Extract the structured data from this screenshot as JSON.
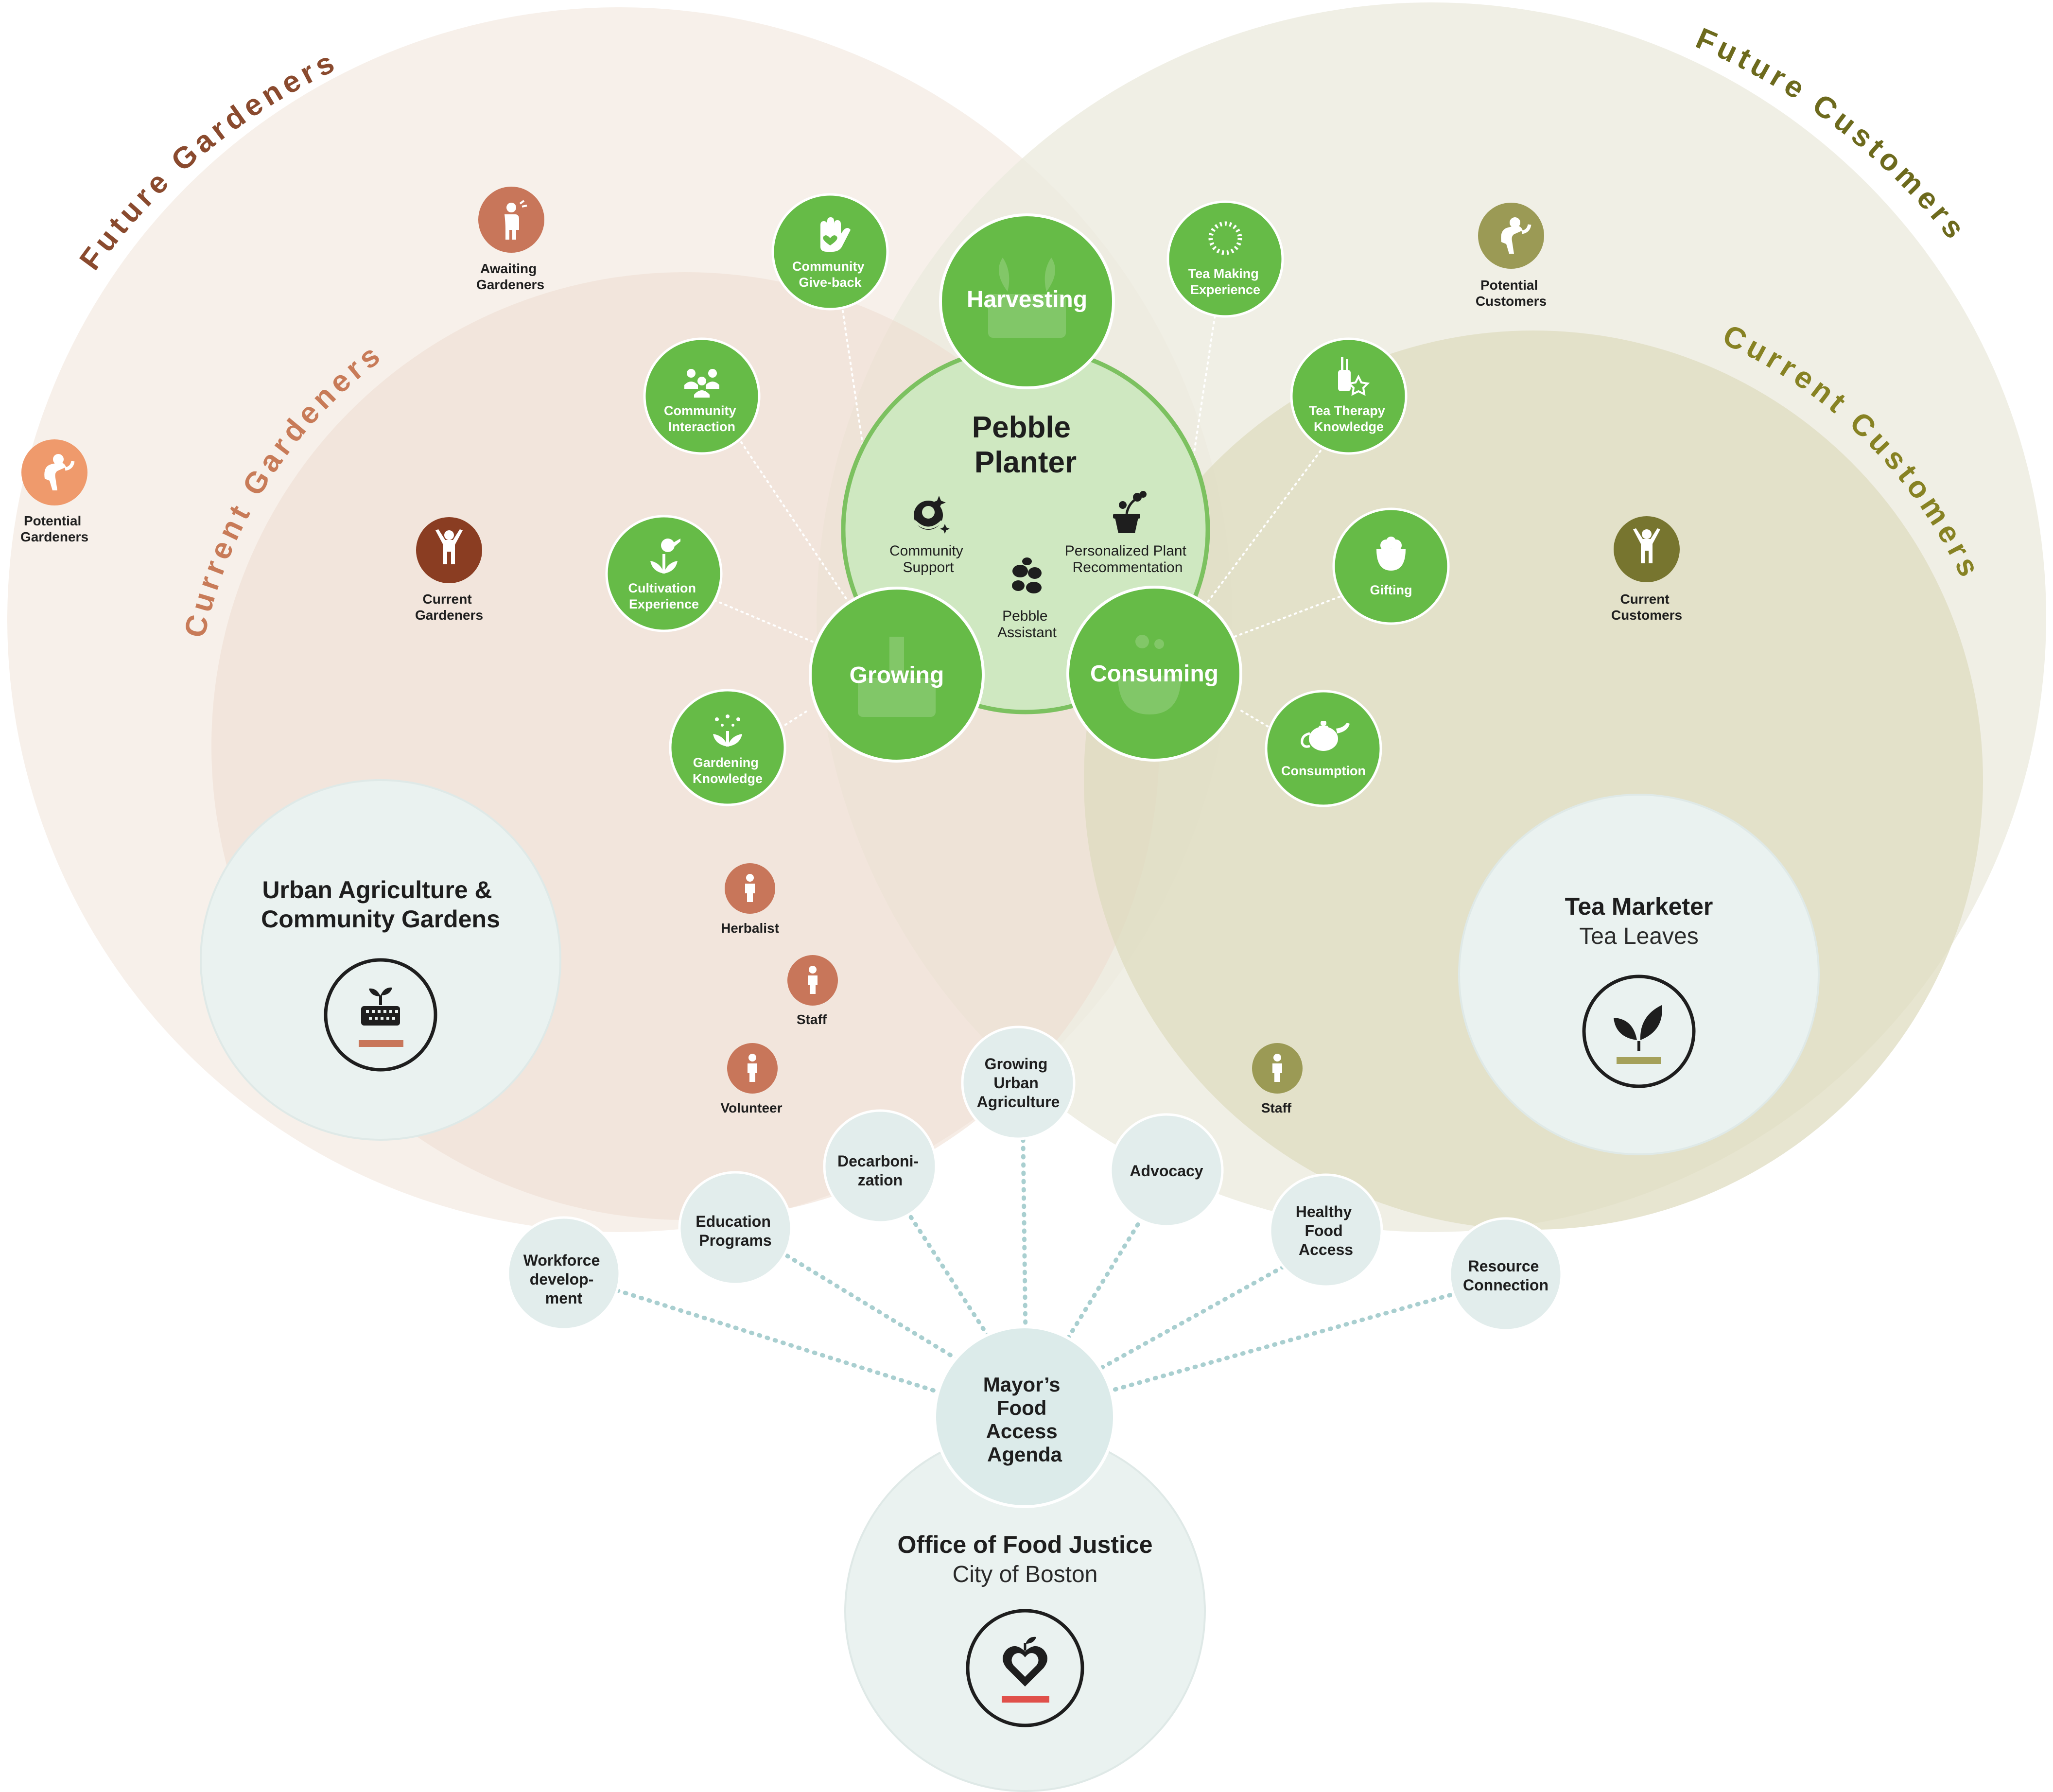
{
  "colors": {
    "future_gardeners_bg": "#f7f0ea",
    "current_gardeners_bg": "#f3e3da",
    "future_customers_bg": "#f1f0e4",
    "current_customers_bg": "#e3e1c8",
    "overlap_tint": "#e6dac8",
    "core_fill": "#cfe8c1",
    "core_stroke": "#7cc160",
    "green": "#66bb47",
    "green_dark": "#5aaa3e",
    "pale_node": "#e2edec",
    "pale_node_big": "#eaf2f0",
    "dotted_line": "#a9cfd0",
    "label_future_gardeners": "#8a4a2e",
    "label_current_gardeners": "#c87b58",
    "label_future_customers": "#6d6a1d",
    "label_current_customers": "#878223",
    "gardener_orange": "#ef9a6c",
    "gardener_brown": "#c8765a",
    "gardener_dark": "#8a3d22",
    "customer_olive": "#9b9a55",
    "customer_olive_dark": "#77752f",
    "accent_bar_brown": "#c8765a",
    "accent_bar_olive": "#a5a15a",
    "accent_bar_red": "#e0504a",
    "text_dark": "#1e1e1e"
  },
  "rings": {
    "future_gardeners": "Future Gardeners",
    "current_gardeners": "Current Gardeners",
    "future_customers": "Future Customers",
    "current_customers": "Current Customers"
  },
  "core": {
    "title_line1": "Pebble",
    "title_line2": "Planter",
    "features": [
      {
        "line1": "Community",
        "line2": "Support",
        "icon": "care-hands-icon"
      },
      {
        "line1": "Personalized Plant",
        "line2": "Recommentation",
        "icon": "plant-pot-icon"
      },
      {
        "line1": "Pebble",
        "line2": "Assistant",
        "icon": "pebbles-icon"
      }
    ]
  },
  "stages": {
    "harvesting": "Harvesting",
    "growing": "Growing",
    "consuming": "Consuming"
  },
  "green_nodes": [
    {
      "id": "community-give-back",
      "line1": "Community",
      "line2": "Give-back",
      "icon": "hand-heart-icon"
    },
    {
      "id": "community-interaction",
      "line1": "Community",
      "line2": "Interaction",
      "icon": "people-icon"
    },
    {
      "id": "cultivation-experience",
      "line1": "Cultivation",
      "line2": "Experience",
      "icon": "watering-can-icon"
    },
    {
      "id": "gardening-knowledge",
      "line1": "Gardening",
      "line2": "Knowledge",
      "icon": "sprout-rain-icon"
    },
    {
      "id": "tea-making-experience",
      "line1": "Tea Making",
      "line2": "Experience",
      "icon": "tea-ring-icon"
    },
    {
      "id": "tea-therapy-knowledge",
      "line1": "Tea Therapy",
      "line2": "Knowledge",
      "icon": "tea-bottle-icon"
    },
    {
      "id": "gifting",
      "line1": "Gifting",
      "line2": "",
      "icon": "gift-flower-icon"
    },
    {
      "id": "consumption",
      "line1": "Consumption",
      "line2": "",
      "icon": "teapot-icon"
    }
  ],
  "people": [
    {
      "id": "awaiting-gardeners",
      "line1": "Awaiting",
      "line2": "Gardeners"
    },
    {
      "id": "potential-gardeners",
      "line1": "Potential",
      "line2": "Gardeners"
    },
    {
      "id": "current-gardeners",
      "line1": "Current",
      "line2": "Gardeners"
    },
    {
      "id": "potential-customers",
      "line1": "Potential",
      "line2": "Customers"
    },
    {
      "id": "current-customers",
      "line1": "Current",
      "line2": "Customers"
    },
    {
      "id": "herbalist",
      "line1": "Herbalist",
      "line2": ""
    },
    {
      "id": "staff-gardens",
      "line1": "Staff",
      "line2": ""
    },
    {
      "id": "volunteer",
      "line1": "Volunteer",
      "line2": ""
    },
    {
      "id": "staff-tea",
      "line1": "Staff",
      "line2": ""
    }
  ],
  "orgs": {
    "urban_ag": {
      "line1": "Urban Agriculture &",
      "line2": "Community Gardens",
      "icon": "planter-box-icon"
    },
    "tea_marketer": {
      "title": "Tea Marketer",
      "subtitle": "Tea Leaves",
      "icon": "tea-leaves-icon"
    },
    "food_justice": {
      "title": "Office of Food Justice",
      "subtitle": "City of Boston",
      "icon": "apple-heart-icon"
    }
  },
  "agenda": {
    "line1": "Mayor’s",
    "line2": "Food",
    "line3": "Access",
    "line4": "Agenda",
    "pillars": [
      {
        "id": "workforce",
        "lines": [
          "Workforce",
          "develop-",
          "ment"
        ]
      },
      {
        "id": "education",
        "lines": [
          "Education",
          "Programs"
        ]
      },
      {
        "id": "decarbonization",
        "lines": [
          "Decarboni-",
          "zation"
        ]
      },
      {
        "id": "growing-urban-agriculture",
        "lines": [
          "Growing",
          "Urban",
          "Agriculture"
        ]
      },
      {
        "id": "advocacy",
        "lines": [
          "Advocacy"
        ]
      },
      {
        "id": "healthy-food-access",
        "lines": [
          "Healthy",
          "Food",
          "Access"
        ]
      },
      {
        "id": "resource-connection",
        "lines": [
          "Resource",
          "Connection"
        ]
      }
    ]
  }
}
